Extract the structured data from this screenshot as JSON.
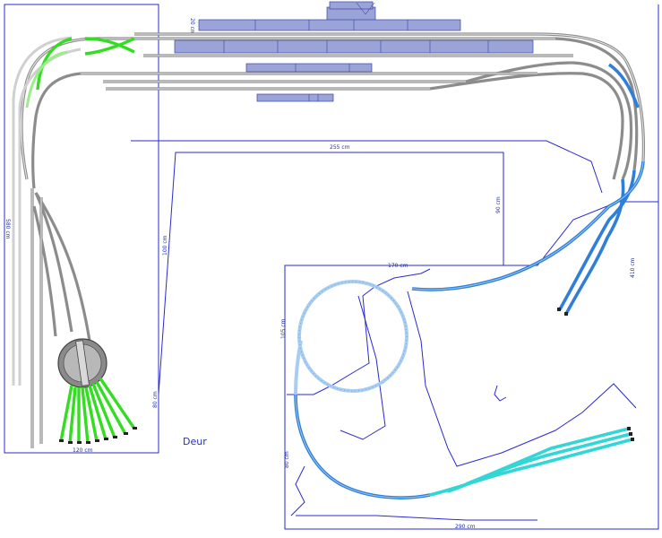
{
  "labels": {
    "d_120": "120 cm",
    "d_255": "255 cm",
    "d_290": "290 cm",
    "d_410": "410 cm",
    "d_90": "90 cm",
    "d_100": "100 cm",
    "d_170": "170 cm",
    "d_20": "20 cm",
    "d_80": "80 cm",
    "d_105": "105 cm",
    "d_580": "580 cm",
    "deur": "Deur"
  },
  "colors": {
    "wall": "#2a2ad0",
    "track_grey": "#9e9e9e",
    "track_green": "#33dd22",
    "track_lightgreen": "#99ee88",
    "track_blue": "#2f7fd8",
    "track_lightblue": "#a8cdf2",
    "track_cyan": "#33d6d6",
    "building": "#9aa4d8",
    "turntable": "#777777"
  }
}
